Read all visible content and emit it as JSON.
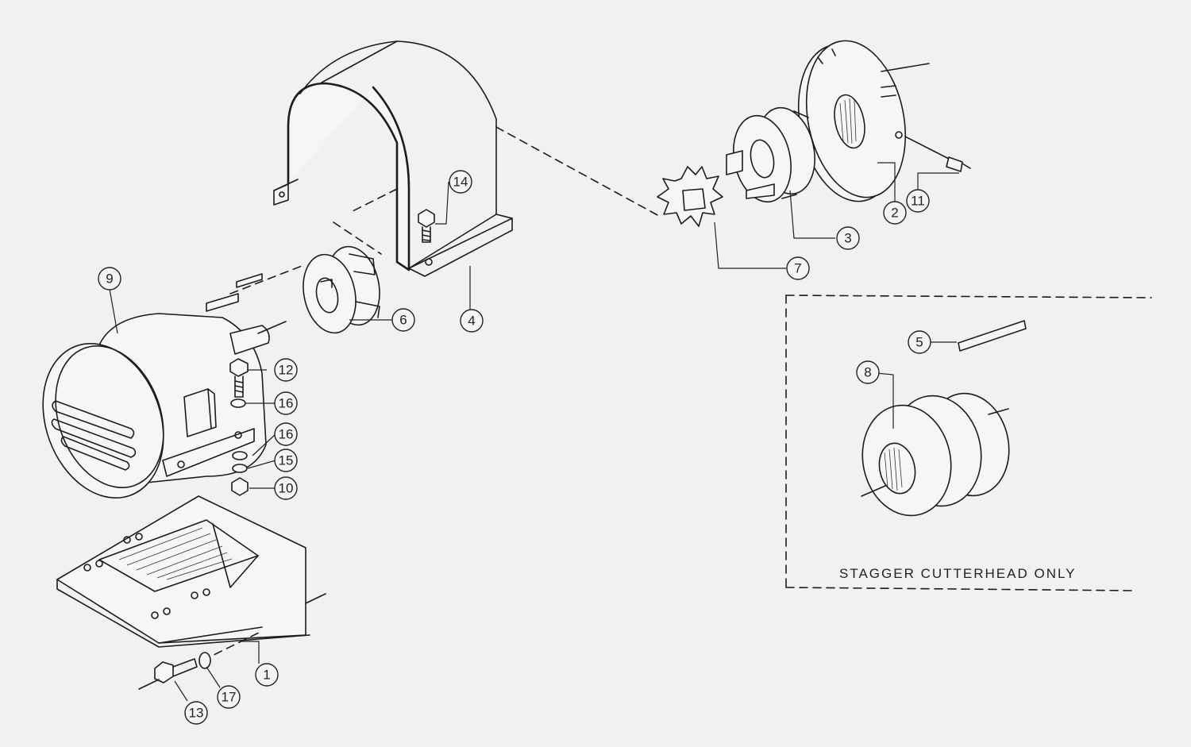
{
  "callouts": {
    "c1": "1",
    "c2": "2",
    "c3": "3",
    "c4": "4",
    "c5": "5",
    "c6": "6",
    "c7": "7",
    "c8": "8",
    "c9": "9",
    "c10": "10",
    "c11": "11",
    "c12": "12",
    "c13": "13",
    "c14": "14",
    "c15": "15",
    "c16a": "16",
    "c16b": "16",
    "c17": "17"
  },
  "inset": {
    "caption": "STAGGER CUTTERHEAD ONLY"
  },
  "colors": {
    "paper": "#f1f1ef",
    "ink": "#1c1c1c"
  }
}
